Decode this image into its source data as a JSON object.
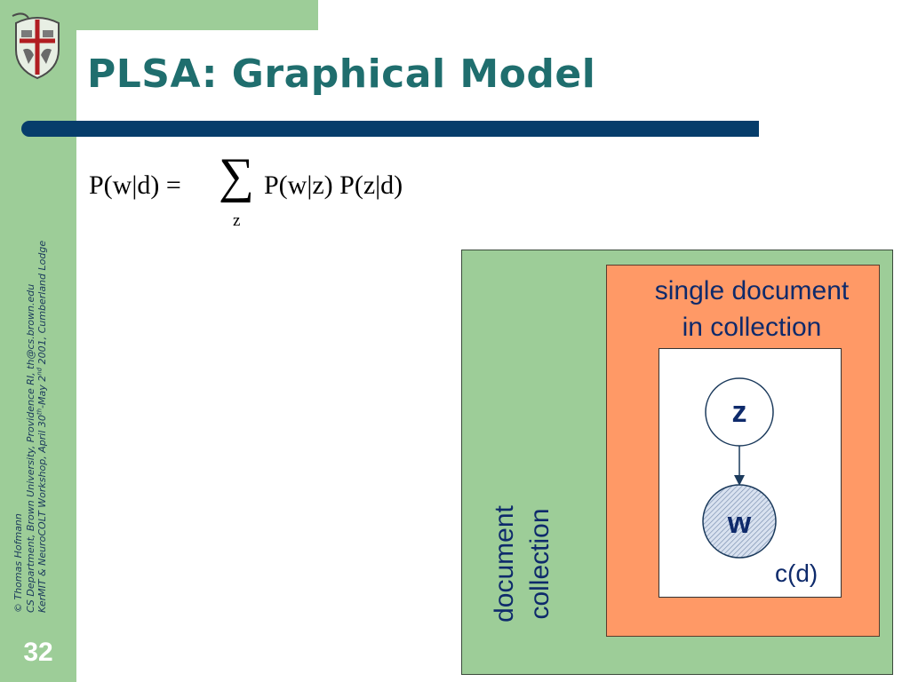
{
  "slide": {
    "title": "PLSA: Graphical Model",
    "number": "32",
    "credits": {
      "line1": "© Thomas Hofmann",
      "line2": "CS Department, Brown University, Providence RI, th@cs.brown.edu",
      "line3_a": "KerMIT & NeuroCOLT Workshop, April 30",
      "line3_sup1": "th",
      "line3_b": "-May 2",
      "line3_sup2": "nd",
      "line3_c": " 2001, Cumberland Lodge"
    }
  },
  "formula": {
    "lhs": "P(w|d) =",
    "sum_symbol": "∑",
    "sum_subscript": "z",
    "rhs": "P(w|z) P(z|d)"
  },
  "diagram": {
    "outer_plate_label_line1": "document",
    "outer_plate_label_line2": "collection",
    "inner_plate_label_line1": "single document",
    "inner_plate_label_line2": "in collection",
    "word_plate_label": "c(d)",
    "latent_node": "z",
    "observed_node": "w"
  },
  "colors": {
    "sidebar_green": "#9dcd98",
    "title_teal": "#1f6e6e",
    "rule_navy": "#063d6b",
    "inner_plate_orange": "#ff9966",
    "label_navy": "#0e2a6b"
  }
}
